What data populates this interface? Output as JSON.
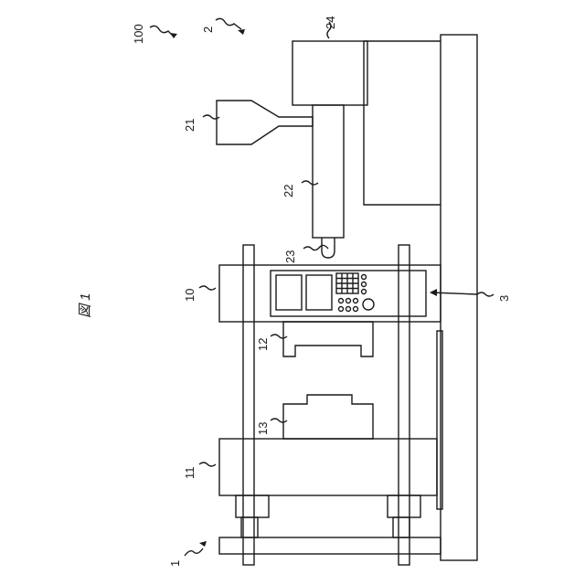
{
  "figure": {
    "title": "図 1",
    "orientation": "rotated-90-ccw"
  },
  "labels": {
    "machine": "100",
    "injection_unit": "2",
    "motor_unit": "24",
    "hopper": "21",
    "cylinder": "22",
    "nozzle": "23",
    "fixed_platen": "10",
    "controller": "3",
    "fixed_mold": "12",
    "movable_mold": "13",
    "movable_platen": "11",
    "clamping_unit": "1"
  }
}
